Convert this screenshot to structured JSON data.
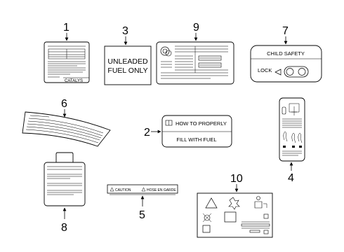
{
  "callouts": {
    "c1": "1",
    "c2": "2",
    "c3": "3",
    "c4": "4",
    "c5": "5",
    "c6": "6",
    "c7": "7",
    "c8": "8",
    "c9": "9",
    "c10": "10"
  },
  "labels": {
    "catalyst": "CATALYS",
    "unleaded_line1": "UNLEADED",
    "unleaded_line2": "FUEL ONLY",
    "child_safety": "CHILD SAFETY",
    "lock": "LOCK",
    "how_to_properly": "HOW TO PROPERLY",
    "fill_with_fuel": "FILL WITH FUEL",
    "caution": "CAUTION",
    "hose_en_garde": "HOSE EN GARDE"
  }
}
